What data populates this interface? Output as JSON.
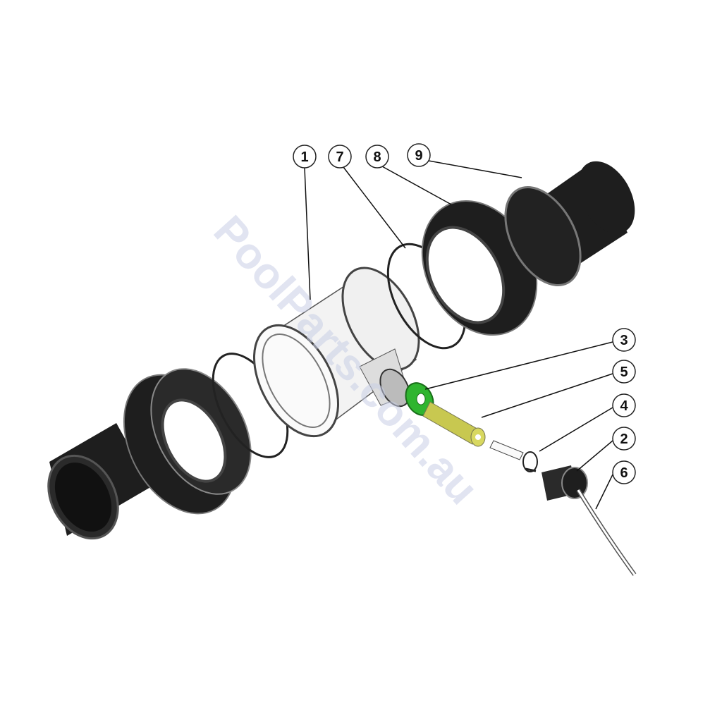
{
  "diagram": {
    "title": "Exploded parts view",
    "watermark": "PoolParts.com.au",
    "callouts": [
      {
        "id": "1",
        "label": "1"
      },
      {
        "id": "7",
        "label": "7"
      },
      {
        "id": "8",
        "label": "8"
      },
      {
        "id": "9",
        "label": "9"
      },
      {
        "id": "3",
        "label": "3"
      },
      {
        "id": "5",
        "label": "5"
      },
      {
        "id": "4",
        "label": "4"
      },
      {
        "id": "2",
        "label": "2"
      },
      {
        "id": "6",
        "label": "6"
      }
    ],
    "colors": {
      "part_dark": "#1e1e1e",
      "highlight_ring": "#2fb52f",
      "highlight_tube": "#c8c850",
      "watermark": "#c9cfe6"
    }
  }
}
